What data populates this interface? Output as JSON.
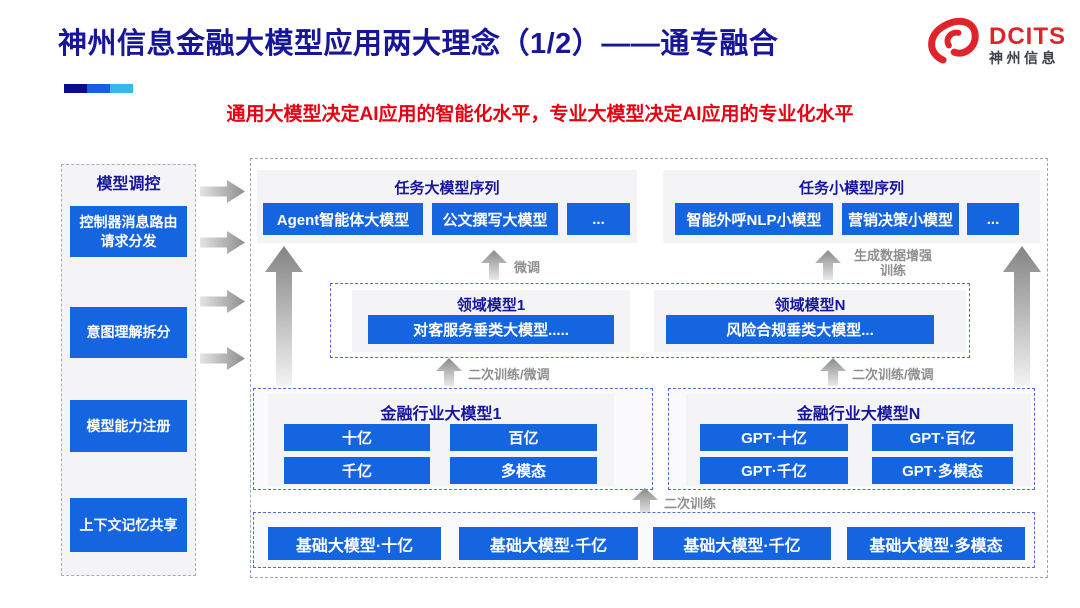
{
  "header": {
    "title": "神州信息金融大模型应用两大理念（1/2）——通专融合",
    "subtitle": "通用大模型决定AI应用的智能化水平，专业大模型决定AI应用的专业化水平",
    "accent_colors": [
      "#0c0c8e",
      "#1b5ce6",
      "#38b8e8"
    ]
  },
  "logo": {
    "brand": "DCITS",
    "brand_cn": "神州信息",
    "color": "#e0242c",
    "icon": "swirl-icon"
  },
  "sidebar": {
    "title": "模型调控",
    "items": [
      {
        "label": "控制器消息路由请求分发"
      },
      {
        "label": "意图理解拆分"
      },
      {
        "label": "模型能力注册"
      },
      {
        "label": "上下文记忆共享"
      }
    ]
  },
  "diagram": {
    "task_large": {
      "title": "任务大模型序列",
      "items": [
        "Agent智能体大模型",
        "公文撰写大模型",
        "..."
      ]
    },
    "task_small": {
      "title": "任务小模型序列",
      "items": [
        "智能外呼NLP小模型",
        "营销决策小模型",
        "..."
      ]
    },
    "domain1": {
      "title": "领域模型1",
      "item": "对客服务垂类大模型....."
    },
    "domainN": {
      "title": "领域模型N",
      "item": "风险合规垂类大模型..."
    },
    "industry1": {
      "title": "金融行业大模型1",
      "items": [
        "十亿",
        "百亿",
        "千亿",
        "多模态"
      ]
    },
    "industryN": {
      "title": "金融行业大模型N",
      "items": [
        "GPT·十亿",
        "GPT·百亿",
        "GPT·千亿",
        "GPT·多模态"
      ]
    },
    "base": {
      "items": [
        "基础大模型·十亿",
        "基础大模型·千亿",
        "基础大模型·千亿",
        "基础大模型·多模态"
      ]
    },
    "labels": {
      "finetune": "微调",
      "gen_aug_line1": "生成数据增强",
      "gen_aug_line2": "训练",
      "retrain_ft": "二次训练/微调",
      "retrain": "二次训练"
    },
    "colors": {
      "button_blue": "#1565e0",
      "navy_title": "#17169b",
      "subtitle_red": "#e60012",
      "arrow_gray": "#8f8f8f"
    }
  }
}
